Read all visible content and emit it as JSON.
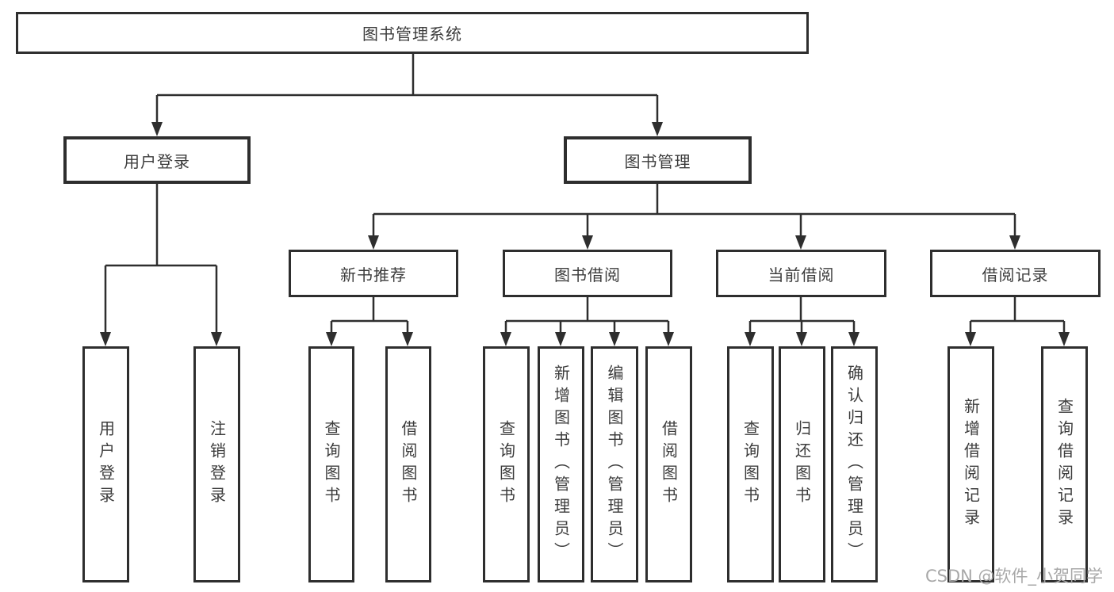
{
  "tree": {
    "label": "图书管理系统",
    "children": [
      {
        "label": "用户登录",
        "children": [
          {
            "label": "用户登录"
          },
          {
            "label": "注销登录"
          }
        ]
      },
      {
        "label": "图书管理",
        "children": [
          {
            "label": "新书推荐",
            "children": [
              {
                "label": "查询图书"
              },
              {
                "label": "借阅图书"
              }
            ]
          },
          {
            "label": "图书借阅",
            "children": [
              {
                "label": "查询图书"
              },
              {
                "label": "新增图书（管理员）"
              },
              {
                "label": "编辑图书（管理员）"
              },
              {
                "label": "借阅图书"
              }
            ]
          },
          {
            "label": "当前借阅",
            "children": [
              {
                "label": "查询图书"
              },
              {
                "label": "归还图书"
              },
              {
                "label": "确认归还（管理员）"
              }
            ]
          },
          {
            "label": "借阅记录",
            "children": [
              {
                "label": "新增借阅记录"
              },
              {
                "label": "查询借阅记录"
              }
            ]
          }
        ]
      }
    ]
  },
  "watermark": {
    "text": "CSDN @软件_小贺同学"
  },
  "colors": {
    "line": "#2e2e2e",
    "text": "#3c3c3c",
    "watermark": "#a8a8a8"
  }
}
